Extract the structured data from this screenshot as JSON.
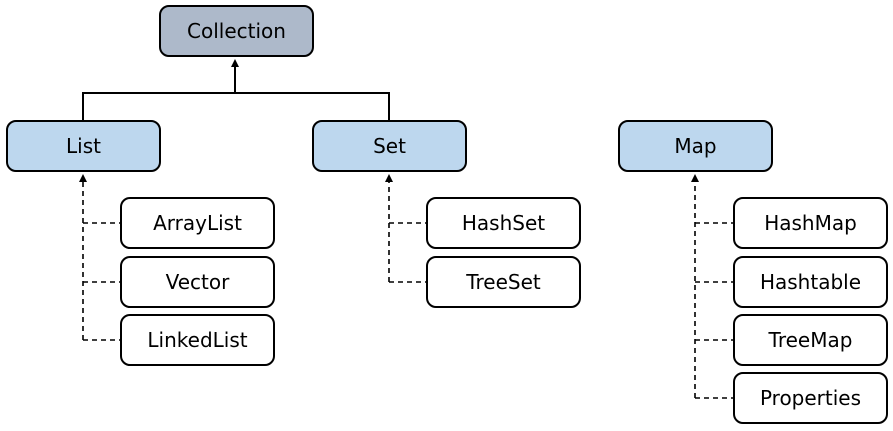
{
  "colors": {
    "root_fill": "#adb9ca",
    "interface_fill": "#bdd7ee",
    "class_fill": "#ffffff",
    "line": "#000000"
  },
  "nodes": {
    "collection": "Collection",
    "list": "List",
    "set": "Set",
    "map": "Map",
    "arraylist": "ArrayList",
    "vector": "Vector",
    "linkedlist": "LinkedList",
    "hashset": "HashSet",
    "treeset": "TreeSet",
    "hashmap": "HashMap",
    "hashtable": "Hashtable",
    "treemap": "TreeMap",
    "properties": "Properties"
  }
}
